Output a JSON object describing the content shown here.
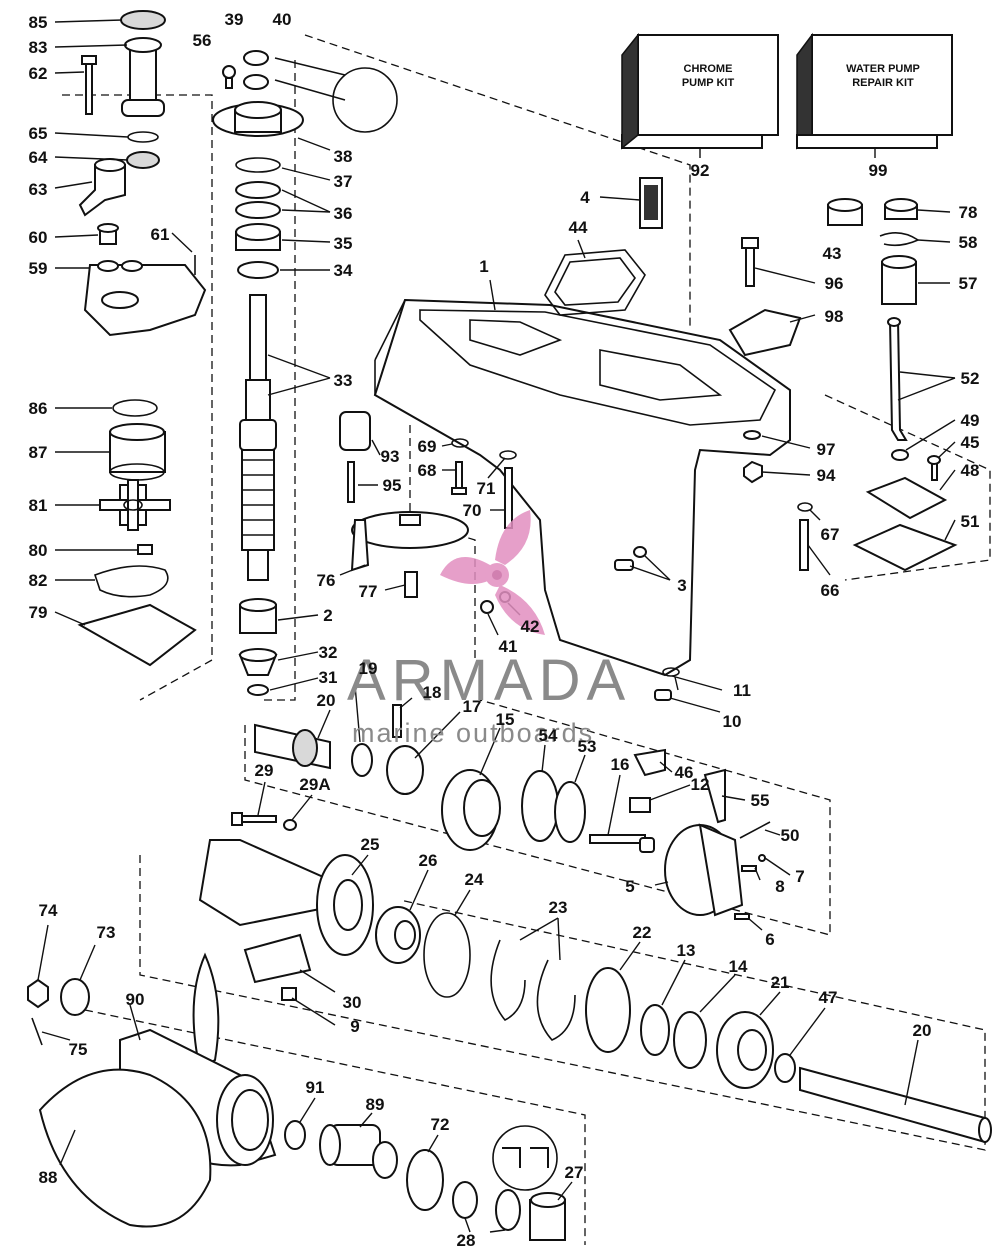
{
  "kit_boxes": [
    {
      "line1": "CHROME",
      "line2": "PUMP KIT",
      "number": "92"
    },
    {
      "line1": "WATER PUMP",
      "line2": "REPAIR KIT",
      "number": "99"
    }
  ],
  "watermark": {
    "brand": "ARMADA",
    "tagline": "marine outboards",
    "colors": {
      "logo_pink": "#e28fc0",
      "text_grey": "#8a8a8a"
    }
  },
  "part_numbers": [
    "85",
    "83",
    "62",
    "65",
    "64",
    "63",
    "60",
    "61",
    "59",
    "86",
    "87",
    "81",
    "80",
    "82",
    "79",
    "56",
    "39",
    "40",
    "38",
    "37",
    "36",
    "35",
    "34",
    "33",
    "2",
    "32",
    "31",
    "19",
    "20",
    "18",
    "17",
    "29",
    "29A",
    "25",
    "30",
    "9",
    "74",
    "73",
    "75",
    "90",
    "88",
    "91",
    "89",
    "72",
    "28",
    "27",
    "26",
    "24",
    "23",
    "22",
    "13",
    "14",
    "21",
    "47",
    "20",
    "15",
    "54",
    "53",
    "16",
    "46",
    "12",
    "55",
    "50",
    "5",
    "7",
    "8",
    "6",
    "1",
    "4",
    "44",
    "93",
    "95",
    "69",
    "68",
    "71",
    "70",
    "76",
    "77",
    "41",
    "42",
    "3",
    "11",
    "10",
    "43",
    "96",
    "98",
    "97",
    "94",
    "78",
    "58",
    "57",
    "52",
    "49",
    "45",
    "48",
    "67",
    "51",
    "66"
  ]
}
